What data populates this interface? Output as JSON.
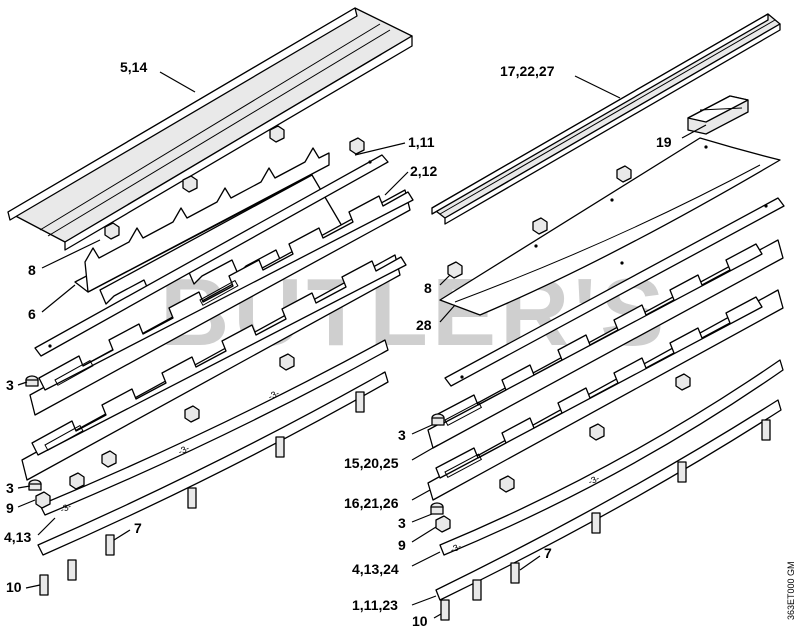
{
  "watermark": "BUTLER'S",
  "drawing_code": "363ET000 GM",
  "left_assembly": {
    "callouts": [
      {
        "id": "l1",
        "text": "5,14"
      },
      {
        "id": "l2",
        "text": "1,11"
      },
      {
        "id": "l3",
        "text": "2,12"
      },
      {
        "id": "l4",
        "text": "8"
      },
      {
        "id": "l5",
        "text": "6"
      },
      {
        "id": "l6",
        "text": "3"
      },
      {
        "id": "l7",
        "text": "3"
      },
      {
        "id": "l8",
        "text": "9"
      },
      {
        "id": "l9",
        "text": "4,13"
      },
      {
        "id": "l10",
        "text": "7"
      },
      {
        "id": "l11",
        "text": "10"
      }
    ]
  },
  "right_assembly": {
    "callouts": [
      {
        "id": "r1",
        "text": "17,22,27"
      },
      {
        "id": "r2",
        "text": "19"
      },
      {
        "id": "r3",
        "text": "8"
      },
      {
        "id": "r4",
        "text": "28"
      },
      {
        "id": "r5",
        "text": "3"
      },
      {
        "id": "r6",
        "text": "15,20,25"
      },
      {
        "id": "r7",
        "text": "16,21,26"
      },
      {
        "id": "r8",
        "text": "3"
      },
      {
        "id": "r9",
        "text": "9"
      },
      {
        "id": "r10",
        "text": "4,13,24"
      },
      {
        "id": "r11",
        "text": "7"
      },
      {
        "id": "r12",
        "text": "1,11,23"
      },
      {
        "id": "r13",
        "text": "10"
      }
    ]
  }
}
